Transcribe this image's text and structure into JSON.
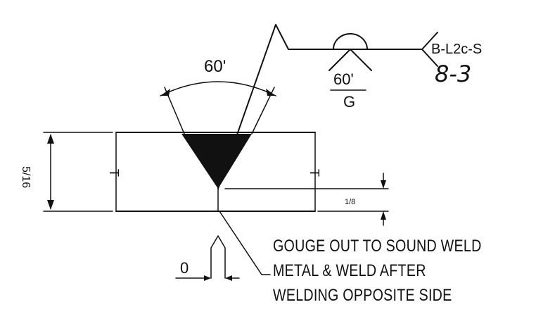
{
  "weld_symbol": {
    "groove_angle_top": "60'",
    "groove_angle_symbol": "60'",
    "gouge_mark": "G",
    "tail_reference": "B-L2c-S",
    "handwritten_ref": "8-3"
  },
  "joint": {
    "thickness_label": "5/16",
    "root_opening_label": "0",
    "side_label_left": "T",
    "side_label_right": "T",
    "depth_label": "1/8"
  },
  "note": {
    "line1": "GOUGE OUT TO SOUND WELD",
    "line2": "METAL & WELD AFTER",
    "line3": "WELDING OPPOSITE SIDE"
  },
  "colors": {
    "ink": "#111111",
    "paper": "#ffffff"
  }
}
